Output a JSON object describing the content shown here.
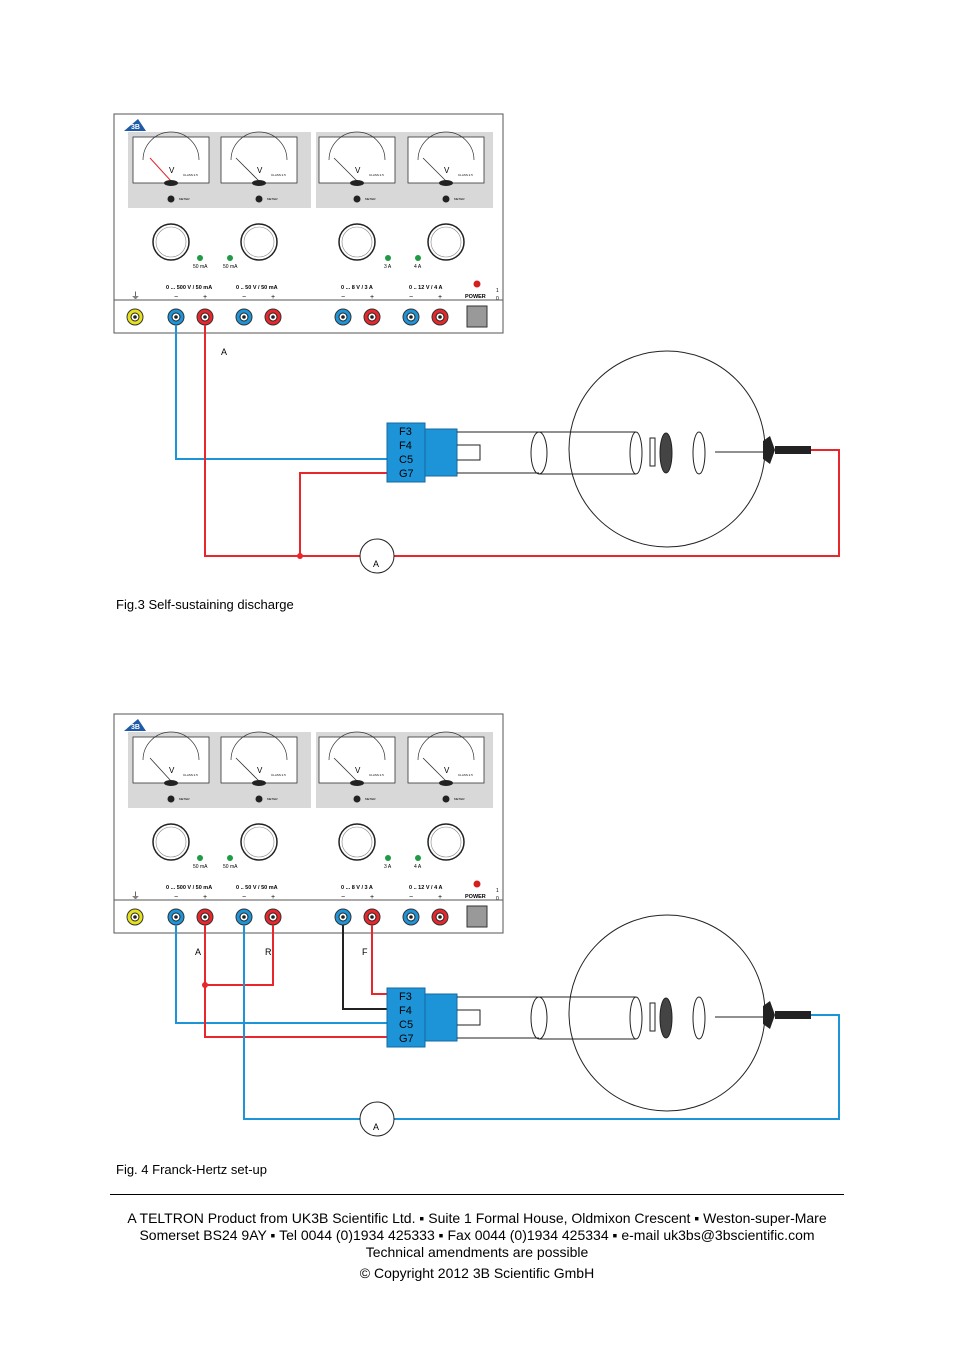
{
  "logo": "3B",
  "meters": {
    "unit": "V",
    "class_label": "CLASS 2.5",
    "sub_label": "METER"
  },
  "channels": [
    {
      "label": "0 ... 500 V / 50 mA",
      "led": "50 mA"
    },
    {
      "label": "0 .. 50 V / 50 mA",
      "led": "50 mA"
    },
    {
      "label": "0 ... 8 V / 3 A",
      "led": "3 A"
    },
    {
      "label": "0 .. 12 V / 4 A",
      "led": "4 A"
    }
  ],
  "polarity": {
    "minus": "−",
    "plus": "+"
  },
  "ground_symbol": "⏚",
  "power": {
    "label": "POWER",
    "on": "1",
    "off": "0"
  },
  "tube_labels": [
    "F3",
    "F4",
    "C5",
    "G7"
  ],
  "ammeter": "A",
  "fig3": {
    "caption": "Fig.3 Self-sustaining discharge",
    "wire_labels": {
      "a": "A"
    }
  },
  "fig4": {
    "caption": "Fig. 4 Franck-Hertz set-up",
    "wire_labels": {
      "a": "A",
      "r": "R",
      "f": "F"
    }
  },
  "footer": {
    "line1": "A TELTRON Product from UK3B Scientific Ltd. ▪ Suite 1 Formal House, Oldmixon Crescent ▪ Weston-super-Mare",
    "line2": "Somerset BS24 9AY ▪ Tel 0044 (0)1934 425333 ▪ Fax 0044 (0)1934 425334 ▪ e-mail uk3bs@3bscientific.com",
    "line3": "Technical amendments are possible",
    "line4": "© Copyright 2012 3B Scientific GmbH"
  },
  "colors": {
    "red_wire": "#e8262b",
    "blue_wire": "#1e94d8",
    "black_wire": "#222222",
    "panel": "#ffffff",
    "meter_bg": "#d8d8d8",
    "ground_socket": "#e6e01e",
    "led": "#1f9a45",
    "power_led": "#d42020"
  }
}
